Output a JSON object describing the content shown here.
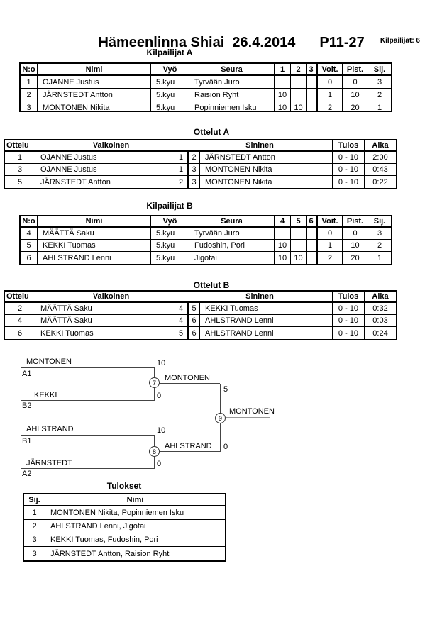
{
  "header": {
    "title": "Hämeenlinna Shiai  26.4.2014",
    "category": "P11-27",
    "competitors_label": "Kilpailijat: 6"
  },
  "pool_a": {
    "heading": "Kilpailijat A",
    "col": [
      "N:o",
      "Nimi",
      "Vyö",
      "Seura",
      "1",
      "2",
      "3",
      "Voit.",
      "Pist.",
      "Sij."
    ],
    "rows": [
      [
        "1",
        "OJANNE Justus",
        "5.kyu",
        "Tyrvään Juro",
        "",
        "",
        "",
        "0",
        "0",
        "3"
      ],
      [
        "2",
        "JÄRNSTEDT Antton",
        "5.kyu",
        "Raision Ryht",
        "10",
        "",
        "",
        "1",
        "10",
        "2"
      ],
      [
        "3",
        "MONTONEN Nikita",
        "5.kyu",
        "Popinniemen Isku",
        "10",
        "10",
        "",
        "2",
        "20",
        "1"
      ]
    ]
  },
  "matches_a": {
    "heading": "Ottelut A",
    "col": [
      "Ottelu",
      "Valkoinen",
      "Sininen",
      "Tulos",
      "Aika"
    ],
    "rows": [
      [
        "1",
        "OJANNE Justus",
        "1",
        "2",
        "JÄRNSTEDT Antton",
        "0 - 10",
        "2:00"
      ],
      [
        "3",
        "OJANNE Justus",
        "1",
        "3",
        "MONTONEN Nikita",
        "0 - 10",
        "0:43"
      ],
      [
        "5",
        "JÄRNSTEDT Antton",
        "2",
        "3",
        "MONTONEN Nikita",
        "0 - 10",
        "0:22"
      ]
    ]
  },
  "pool_b": {
    "heading": "Kilpailijat B",
    "col": [
      "N:o",
      "Nimi",
      "Vyö",
      "Seura",
      "4",
      "5",
      "6",
      "Voit.",
      "Pist.",
      "Sij."
    ],
    "rows": [
      [
        "4",
        "MÄÄTTÄ Saku",
        "5.kyu",
        "Tyrvään Juro",
        "",
        "",
        "",
        "0",
        "0",
        "3"
      ],
      [
        "5",
        "KEKKI Tuomas",
        "5.kyu",
        "Fudoshin, Pori",
        "10",
        "",
        "",
        "1",
        "10",
        "2"
      ],
      [
        "6",
        "AHLSTRAND Lenni",
        "5.kyu",
        "Jigotai",
        "10",
        "10",
        "",
        "2",
        "20",
        "1"
      ]
    ]
  },
  "matches_b": {
    "heading": "Ottelut B",
    "col": [
      "Ottelu",
      "Valkoinen",
      "Sininen",
      "Tulos",
      "Aika"
    ],
    "rows": [
      [
        "2",
        "MÄÄTTÄ Saku",
        "4",
        "5",
        "KEKKI Tuomas",
        "0 - 10",
        "0:32"
      ],
      [
        "4",
        "MÄÄTTÄ Saku",
        "4",
        "6",
        "AHLSTRAND Lenni",
        "0 - 10",
        "0:03"
      ],
      [
        "6",
        "KEKKI Tuomas",
        "5",
        "6",
        "AHLSTRAND Lenni",
        "0 - 10",
        "0:24"
      ]
    ]
  },
  "bracket": {
    "semi1": {
      "top_name": "MONTONEN",
      "top_seed": "A1",
      "top_score": "10",
      "bottom_name": "KEKKI",
      "bottom_seed": "B2",
      "bottom_score": "0",
      "match_no": "7",
      "winner": "MONTONEN",
      "winner_score": "5"
    },
    "semi2": {
      "top_name": "AHLSTRAND",
      "top_seed": "B1",
      "top_score": "10",
      "bottom_name": "JÄRNSTEDT",
      "bottom_seed": "A2",
      "bottom_score": "0",
      "match_no": "8",
      "winner": "AHLSTRAND",
      "winner_score": "0"
    },
    "final": {
      "match_no": "9",
      "winner": "MONTONEN"
    }
  },
  "results": {
    "heading": "Tulokset",
    "col": [
      "Sij.",
      "Nimi"
    ],
    "rows": [
      [
        "1",
        "MONTONEN Nikita, Popinniemen Isku"
      ],
      [
        "2",
        "AHLSTRAND Lenni, Jigotai"
      ],
      [
        "3",
        "KEKKI Tuomas, Fudoshin, Pori"
      ],
      [
        "3",
        "JÄRNSTEDT Antton, Raision Ryhti"
      ]
    ]
  }
}
